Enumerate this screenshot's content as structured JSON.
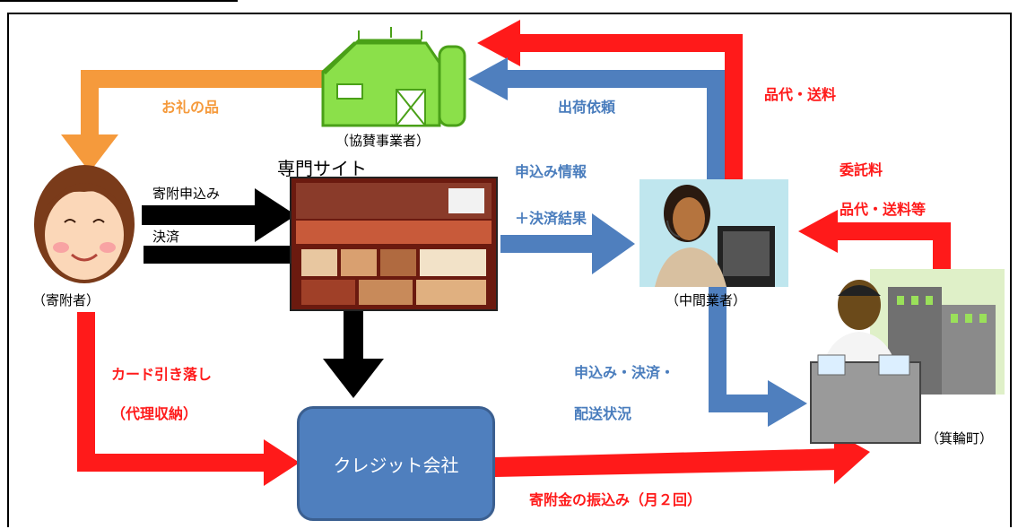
{
  "actors": {
    "farm": "（協賛事業者）",
    "donor": "（寄附者）",
    "middle": "（中間業者）",
    "town": "（箕輪町）"
  },
  "site": {
    "title": "専門サイト"
  },
  "credit": {
    "label": "クレジット会社"
  },
  "labels": {
    "orei": "お礼の品",
    "shukka": "出荷依頼",
    "shinadai1": "品代・送料",
    "moshikomi_info": "申込み情報",
    "kessai_kekka": "＋決済結果",
    "itakuryo": "委託料",
    "shinadai2": "品代・送料等",
    "kifu_moshikomi": "寄附申込み",
    "kessai": "決済",
    "card": "カード引き落し",
    "dairi": "（代理収納）",
    "status1": "申込み・決済・",
    "status2": "配送状況",
    "furikomi": "寄附金の振込み（月２回）"
  },
  "colors": {
    "red": "#ff1a1a",
    "blue": "#4a7dbd",
    "orange": "#f59a3c",
    "black": "#000000",
    "farm_green": "#6ad82c"
  }
}
